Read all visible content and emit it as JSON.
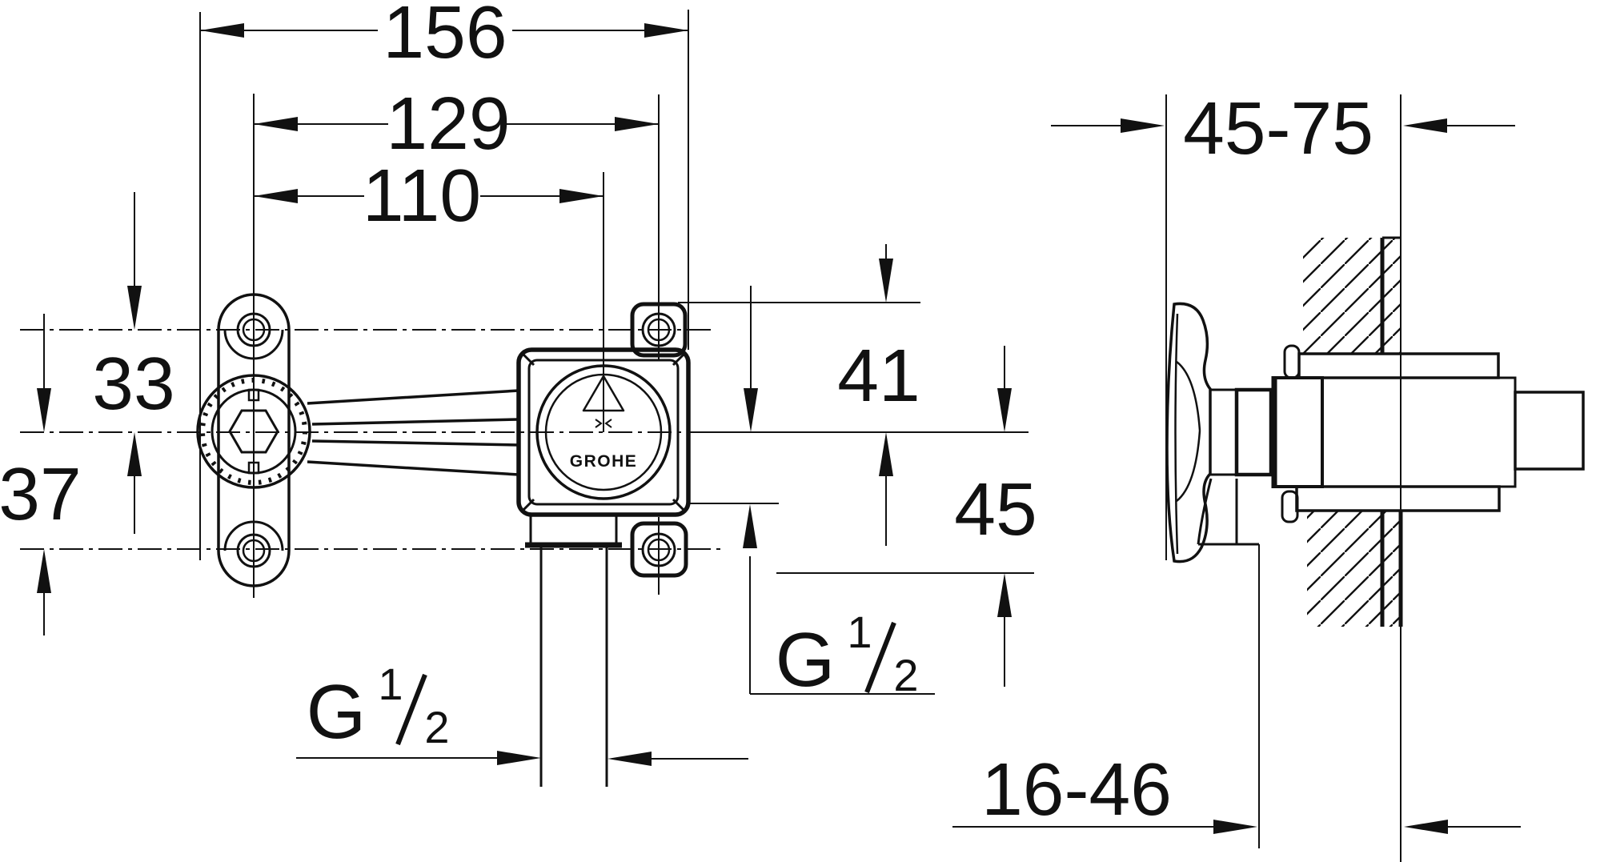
{
  "front_view": {
    "dims": {
      "width_total": "156",
      "width_middle": "129",
      "width_inner": "110",
      "left_top": "33",
      "left_bottom": "37",
      "right_top": "41",
      "right_bottom": "45"
    },
    "thread_left": {
      "letter": "G",
      "num": "1",
      "den": "2"
    },
    "thread_right": {
      "letter": "G",
      "num": "1",
      "den": "2"
    },
    "body_logo": "GROHE"
  },
  "side_view": {
    "dims": {
      "depth_range": "45-75",
      "projection_range": "16-46"
    }
  },
  "colors": {
    "line": "#111111",
    "background": "#ffffff"
  }
}
